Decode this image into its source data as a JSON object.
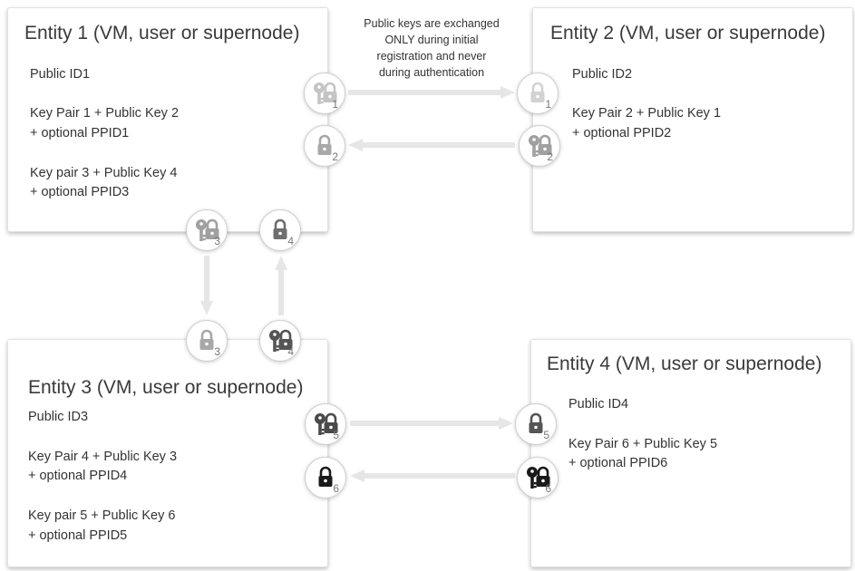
{
  "note": {
    "lines": [
      "Public keys are exchanged",
      "ONLY during initial",
      "registration and never",
      "during authentication"
    ]
  },
  "entities": [
    {
      "title": "Entity 1 (VM, user or supernode)",
      "lines": [
        "Public ID1",
        "Key Pair 1 + Public Key 2",
        "+ optional PPID1",
        "Key pair 3 + Public Key 4",
        "+ optional PPID3"
      ]
    },
    {
      "title": "Entity 2 (VM, user or supernode)",
      "lines": [
        "Public ID2",
        "Key Pair 2 + Public Key 1",
        "+ optional PPID2"
      ]
    },
    {
      "title": "Entity 3 (VM, user or supernode)",
      "lines": [
        "Public ID3",
        "Key Pair 4 + Public Key 3",
        "+ optional PPID4",
        "Key pair 5 + Public Key 6",
        "+ optional PPID5"
      ]
    },
    {
      "title": "Entity 4 (VM, user or supernode)",
      "lines": [
        "Public ID4",
        "Key Pair 6 + Public Key 5",
        "+ optional PPID6"
      ]
    }
  ],
  "nodes": [
    {
      "label": "1",
      "icon": "key-pair-icon",
      "color": "#c4c4c4"
    },
    {
      "label": "1",
      "icon": "lock-icon",
      "color": "#d2d2d2"
    },
    {
      "label": "2",
      "icon": "lock-icon",
      "color": "#a8a8a8"
    },
    {
      "label": "2",
      "icon": "key-pair-icon",
      "color": "#a0a0a0"
    },
    {
      "label": "3",
      "icon": "key-pair-icon",
      "color": "#a0a0a0"
    },
    {
      "label": "4",
      "icon": "lock-icon",
      "color": "#6e6e6e"
    },
    {
      "label": "3",
      "icon": "lock-icon",
      "color": "#a8a8a8"
    },
    {
      "label": "4",
      "icon": "key-pair-icon",
      "color": "#555555"
    },
    {
      "label": "5",
      "icon": "key-pair-icon",
      "color": "#4a4a4a"
    },
    {
      "label": "5",
      "icon": "lock-icon",
      "color": "#555555"
    },
    {
      "label": "6",
      "icon": "lock-icon",
      "color": "#1a1a1a"
    },
    {
      "label": "6",
      "icon": "key-pair-icon",
      "color": "#1a1a1a"
    }
  ],
  "colors": {
    "arrow": "#e6e6e6",
    "panel_border": "#e2e2e2",
    "node_border": "#d0d0d0"
  }
}
